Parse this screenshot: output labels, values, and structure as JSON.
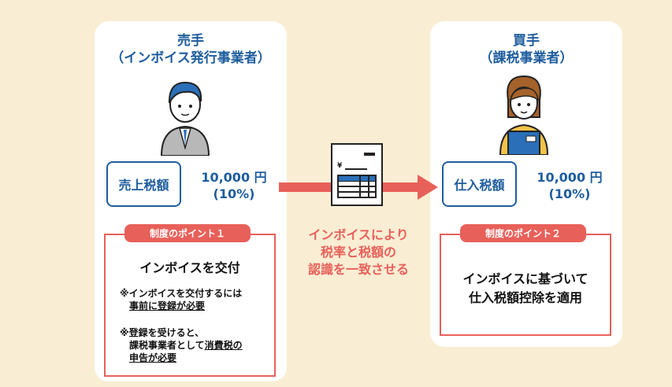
{
  "seller": {
    "title_line1": "売手",
    "title_line2": "（インボイス発行事業者）",
    "tax_label": "売上税額",
    "amount": "10,000 円",
    "rate": "(10%)",
    "point": {
      "badge": "制度のポイント１",
      "title": "インボイスを交付",
      "note1_line1": "※インボイスを交付するには",
      "note1_line2": "事前に登録が必要",
      "note2_line1": "※登録を受けると、",
      "note2_line2a": "課税事業者として",
      "note2_line2b": "消費税の",
      "note2_line3": "申告が必要"
    }
  },
  "buyer": {
    "title_line1": "買手",
    "title_line2": "（課税事業者）",
    "tax_label": "仕入税額",
    "amount": "10,000 円",
    "rate": "(10%)",
    "point": {
      "badge": "制度のポイント２",
      "line1": "インボイスに基づいて",
      "line2": "仕入税額控除を適用"
    }
  },
  "middle": {
    "line1": "インボイスにより",
    "line2": "税率と税額の",
    "line3": "認識を一致させる",
    "invoice_symbol": "¥"
  },
  "colors": {
    "background": "#f9edd3",
    "blue": "#1e5d9e",
    "red": "#e8605a"
  }
}
